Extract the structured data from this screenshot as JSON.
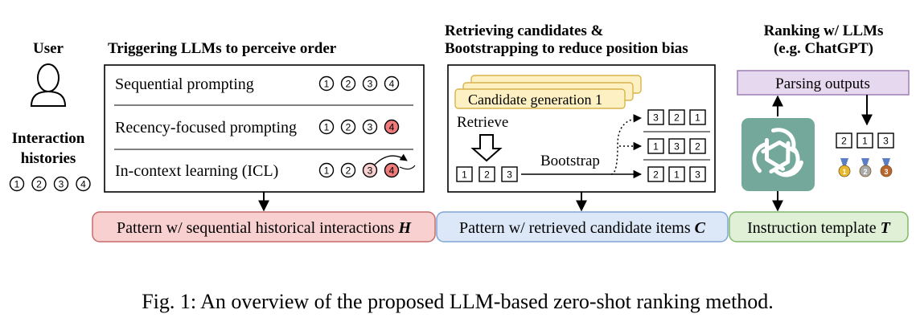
{
  "user": {
    "title": "User",
    "histories_line1": "Interaction",
    "histories_line2": "histories",
    "items": [
      "1",
      "2",
      "3",
      "4"
    ]
  },
  "order": {
    "heading": "Triggering LLMs to perceive order",
    "rows": [
      {
        "label": "Sequential prompting",
        "items": [
          "1",
          "2",
          "3",
          "4"
        ]
      },
      {
        "label": "Recency-focused prompting",
        "items": [
          "1",
          "2",
          "3",
          "4"
        ]
      },
      {
        "label": "In-context learning (ICL)",
        "items": [
          "1",
          "2",
          "3",
          "4"
        ]
      }
    ]
  },
  "retrieve": {
    "heading_line1": "Retrieving candidates &",
    "heading_line2": "Bootstrapping to reduce position bias",
    "card_label": "Candidate generation 1",
    "retrieve_label": "Retrieve",
    "bootstrap_label": "Bootstrap",
    "base_items": [
      "1",
      "2",
      "3"
    ],
    "permutations": [
      [
        "3",
        "2",
        "1"
      ],
      [
        "1",
        "3",
        "2"
      ],
      [
        "2",
        "1",
        "3"
      ]
    ]
  },
  "rank": {
    "heading_line1": "Ranking w/ LLMs",
    "heading_line2": "(e.g. ChatGPT)",
    "parsing_label": "Parsing outputs",
    "ranked": [
      "2",
      "1",
      "3"
    ],
    "medals": [
      "1",
      "2",
      "3"
    ]
  },
  "patterns": {
    "history": {
      "text": "Pattern w/ sequential historical interactions",
      "symbol": "H"
    },
    "candidates": {
      "text": "Pattern w/ retrieved candidate items",
      "symbol": "C"
    },
    "template": {
      "text": "Instruction template",
      "symbol": "T"
    }
  },
  "caption": "Fig. 1: An overview of the proposed LLM-based zero-shot ranking method.",
  "colors": {
    "red_fill": "#f8d0d0",
    "red_stroke": "#c96a6a",
    "red_circle": "#ef7b7b",
    "blue_fill": "#dce8f7",
    "blue_stroke": "#7ea6d6",
    "green_fill": "#dff0d6",
    "green_stroke": "#7fb86a",
    "purple_fill": "#e6d9ef",
    "purple_stroke": "#9d7fb5",
    "yellow_fill": "#fdf1c4",
    "yellow_stroke": "#d9b34a",
    "logo": "#74a89a",
    "gold": "#e8b92d",
    "silver": "#a9a9a9",
    "bronze": "#b8652e"
  }
}
